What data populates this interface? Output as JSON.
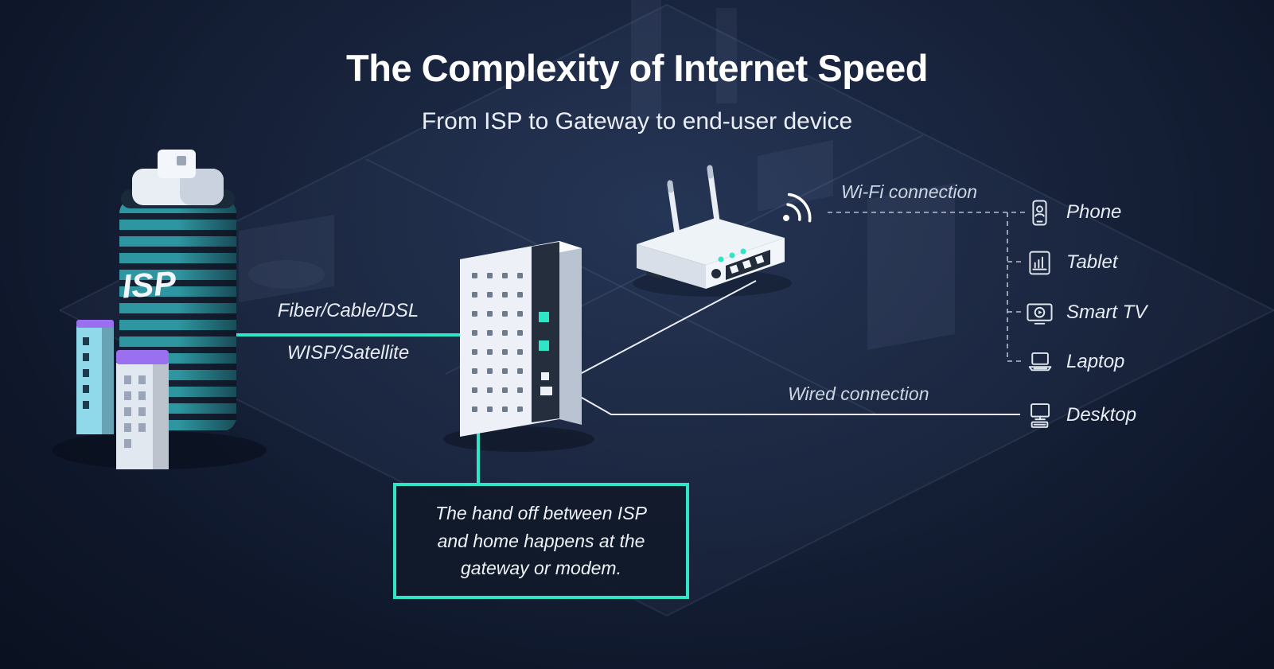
{
  "header": {
    "title": "The Complexity of Internet Speed",
    "subtitle": "From ISP to Gateway to end-user device"
  },
  "isp_building": {
    "label": "ISP"
  },
  "isp_link": {
    "label_top": "Fiber/Cable/DSL",
    "label_bottom": "WISP/Satellite"
  },
  "connections": {
    "wifi_label": "Wi-Fi connection",
    "wired_label": "Wired connection"
  },
  "devices": [
    {
      "label": "Phone"
    },
    {
      "label": "Tablet"
    },
    {
      "label": "Smart TV"
    },
    {
      "label": "Laptop"
    },
    {
      "label": "Desktop"
    }
  ],
  "callout": {
    "text": "The hand off between ISP and home happens at the gateway or modem."
  },
  "colors": {
    "accent_teal": "#2ee6c6",
    "background_navy": "#121a2e",
    "isp_tower_teal": "#2d96a0",
    "purple_accent": "#9a6ff0",
    "text_primary": "#ffffff",
    "text_secondary": "#ccd6e2"
  }
}
